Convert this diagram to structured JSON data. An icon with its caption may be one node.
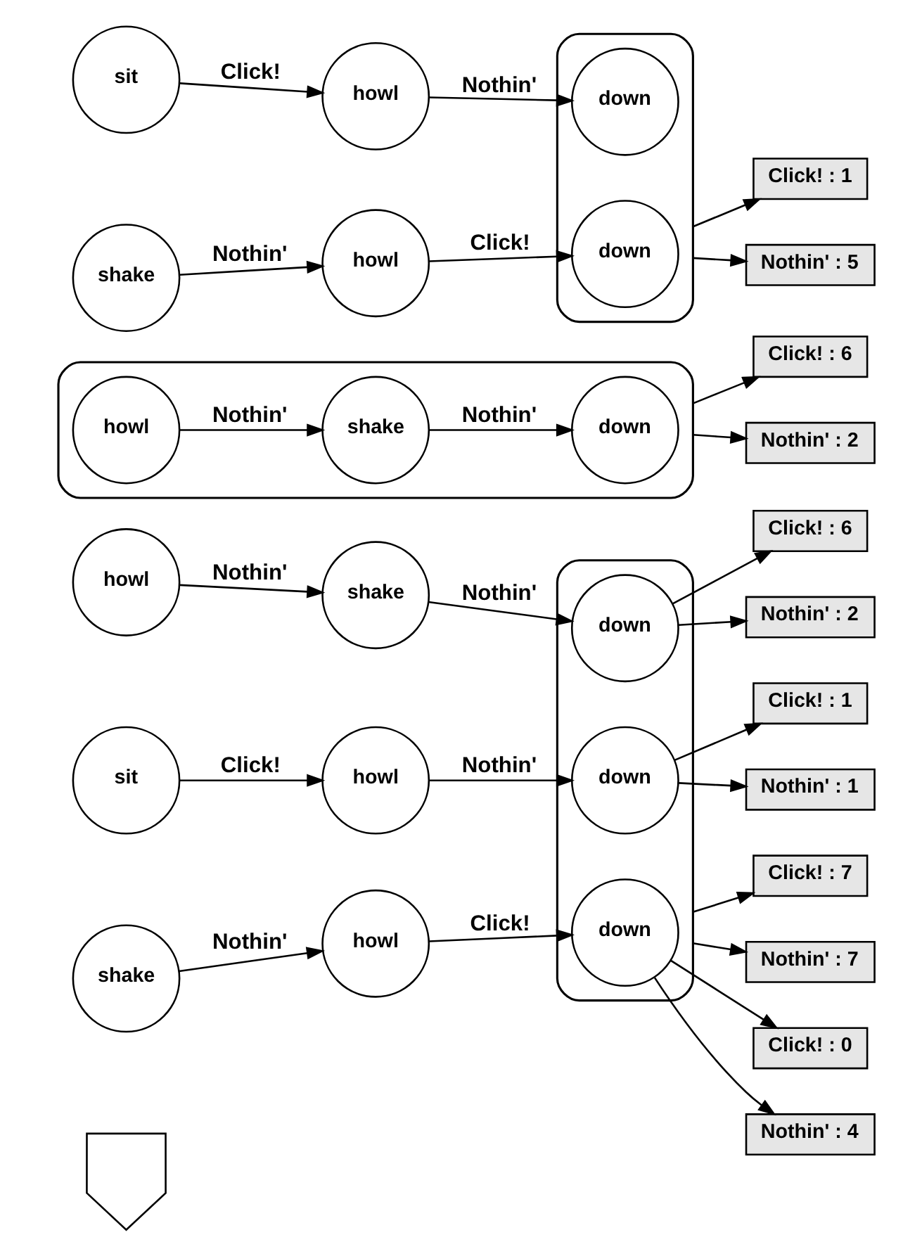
{
  "diagram": {
    "nodes": [
      {
        "text": [
          "Click! : 7"
        ]
      },
      {
        "text": [
          "Nothin' : 7"
        ]
      },
      {
        "text": [],
        "shape": "box"
      },
      {
        "text": [
          "howl"
        ]
      },
      {
        "text": [
          "shake"
        ]
      },
      {
        "text": [
          "down"
        ],
        "in": 2
      },
      {
        "text": [
          "Click! : 6"
        ]
      },
      {
        "text": [
          "Nothin' : 2"
        ]
      },
      {
        "text": [
          "sit"
        ]
      },
      {
        "text": [
          "howl"
        ]
      },
      {
        "text": [
          "down"
        ],
        "in": 2
      },
      {
        "text": [
          "Click! : 1"
        ]
      },
      {
        "text": [
          "Nothin' : 1"
        ]
      },
      {
        "text": [
          "shake"
        ]
      },
      {
        "text": [
          "howl"
        ]
      },
      {
        "text": [
          "down"
        ],
        "in": 2
      },
      {
        "text": [
          "Click! : 0"
        ]
      },
      {
        "text": [
          "Nothin' : 4"
        ]
      },
      {
        "text": [],
        "shape": "arrow"
      },
      {
        "text": [],
        "shape": "box"
      },
      {
        "text": [
          "howl"
        ],
        "in": 19
      },
      {
        "text": [
          "shake"
        ],
        "in": 19
      },
      {
        "text": [
          "down"
        ],
        "in": 19
      },
      {
        "text": [
          "Click! : 6"
        ]
      },
      {
        "text": [
          "Nothin' : 2"
        ]
      },
      {
        "text": [],
        "shape": "box"
      },
      {
        "text": [
          "sit"
        ]
      },
      {
        "text": [
          "howl"
        ]
      },
      {
        "text": [
          "down"
        ],
        "in": 25
      },
      {
        "text": [
          "Click! : 1"
        ]
      },
      {
        "text": [
          "shake"
        ]
      },
      {
        "text": [
          "howl"
        ]
      },
      {
        "text": [
          "down"
        ],
        "in": 25
      },
      {
        "text": [
          "Nothin' : 5"
        ]
      }
    ],
    "edges": [
      {
        "from": 2,
        "to": 0,
        "arrow": "to"
      },
      {
        "from": 2,
        "to": 1,
        "arrow": "to"
      },
      {
        "from": 3,
        "to": 4,
        "label": "Nothin'",
        "arrow": "to"
      },
      {
        "from": 4,
        "to": 5,
        "label": "Nothin'",
        "arrow": "to"
      },
      {
        "from": 5,
        "to": 6,
        "arrow": "to"
      },
      {
        "from": 5,
        "to": 7,
        "arrow": "to"
      },
      {
        "from": 8,
        "to": 9,
        "label": "Click!",
        "arrow": "to"
      },
      {
        "from": 9,
        "to": 10,
        "label": "Nothin'",
        "arrow": "to"
      },
      {
        "from": 10,
        "to": 11,
        "arrow": "to"
      },
      {
        "from": 10,
        "to": 12,
        "arrow": "to"
      },
      {
        "from": 13,
        "to": 14,
        "label": "Nothin'",
        "arrow": "to"
      },
      {
        "from": 14,
        "to": 15,
        "label": "Click!",
        "arrow": "to"
      },
      {
        "from": 15,
        "to": 16,
        "arrow": "to"
      },
      {
        "from": 15,
        "to": 17,
        "arrow": "to"
      },
      {
        "from": 20,
        "to": 21,
        "label": "Nothin'",
        "arrow": "to"
      },
      {
        "from": 21,
        "to": 22,
        "label": "Nothin'",
        "arrow": "to"
      },
      {
        "from": 19,
        "to": 23,
        "arrow": "to"
      },
      {
        "from": 19,
        "to": 24,
        "arrow": "to"
      },
      {
        "from": 26,
        "to": 27,
        "label": "Click!",
        "arrow": "to"
      },
      {
        "from": 27,
        "to": 28,
        "label": "Nothin'",
        "arrow": "to"
      },
      {
        "from": 30,
        "to": 31,
        "label": "Nothin'",
        "arrow": "to"
      },
      {
        "from": 31,
        "to": 32,
        "label": "Click!",
        "arrow": "to"
      },
      {
        "from": 25,
        "to": 29,
        "arrow": "to"
      },
      {
        "from": 25,
        "to": 33,
        "arrow": "to"
      }
    ]
  }
}
